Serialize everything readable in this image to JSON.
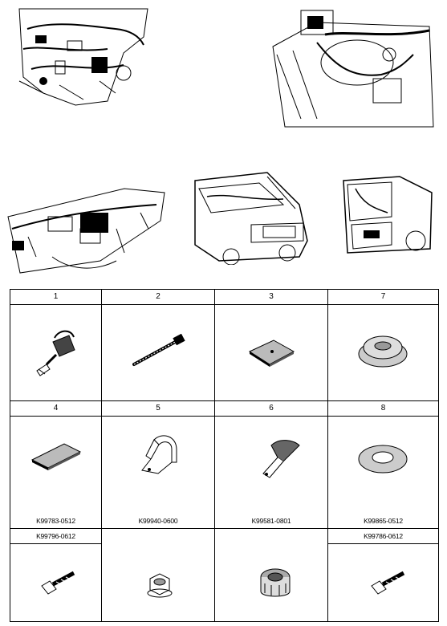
{
  "parts": [
    {
      "number": "1",
      "icon": "tie-wrap-clip-icon"
    },
    {
      "number": "2",
      "icon": "cable-tie-icon"
    },
    {
      "number": "3",
      "icon": "square-pad-icon"
    },
    {
      "number": "7",
      "icon": "grommet-icon"
    },
    {
      "number": "4",
      "icon": "rectangular-pad-icon"
    },
    {
      "number": "5",
      "icon": "mounting-bracket-icon"
    },
    {
      "number": "6",
      "icon": "strap-clamp-icon"
    },
    {
      "number": "8",
      "icon": "flat-grommet-icon"
    }
  ],
  "part_codes": {
    "part4": "K99783-0512",
    "part5": "K99940-0600",
    "part6": "K99581-0801",
    "part8": "K99865-0512",
    "bolt_left": "K99796-0612",
    "bolt_right": "K99786-0612"
  },
  "illustrations": [
    "engine-bay-harness-icon",
    "steering-column-harness-icon",
    "instrument-panel-harness-icon",
    "van-front-harness-icon",
    "van-rear-harness-icon"
  ],
  "colors": {
    "line": "#000000",
    "background": "#ffffff",
    "stipple": "#555555"
  }
}
